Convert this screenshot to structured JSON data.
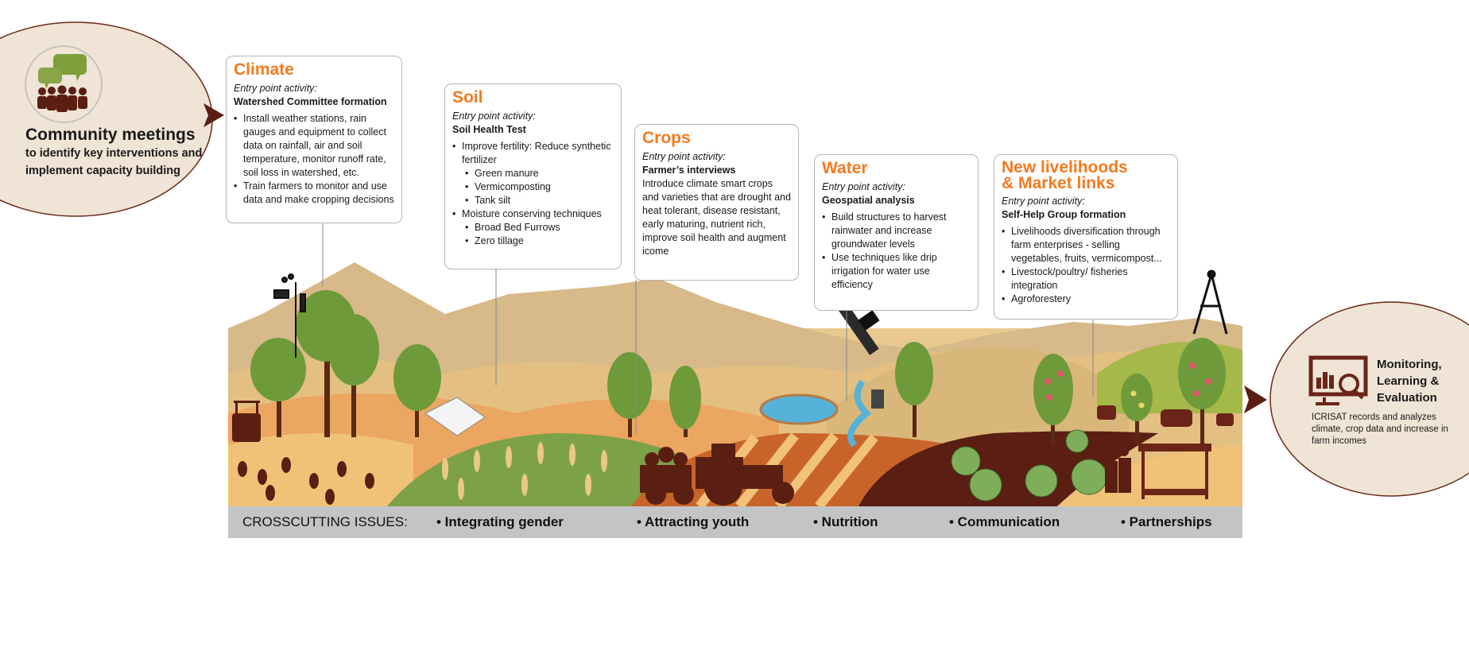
{
  "community": {
    "title": "Community meetings",
    "subtitle": "to identify key interventions and implement capacity building",
    "icon": "people-speech-bubbles-icon"
  },
  "entry_label": "Entry point activity:",
  "boxes": {
    "climate": {
      "title": "Climate",
      "activity": "Watershed Committee formation",
      "bullets": [
        "Install weather stations, rain gauges and equipment to collect data on rainfall, air and soil temperature, monitor runoff rate, soil loss in watershed, etc.",
        "Train farmers to monitor and use data and make cropping decisions"
      ]
    },
    "soil": {
      "title": "Soil",
      "activity": "Soil Health Test",
      "bullet1": "Improve fertility: Reduce synthetic fertilizer",
      "sub1": [
        "Green manure",
        "Vermicomposting",
        "Tank silt"
      ],
      "bullet2": "Moisture conserving techniques",
      "sub2": [
        "Broad Bed Furrows",
        "Zero tillage"
      ]
    },
    "crops": {
      "title": "Crops",
      "activity": "Farmer’s interviews",
      "text": "Introduce climate smart crops and  varieties that are drought and heat tolerant, disease resistant, early maturing, nutrient rich, improve soil health and augment icome"
    },
    "water": {
      "title": "Water",
      "activity": "Geospatial analysis",
      "bullets": [
        "Build structures to harvest rainwater and increase groundwater levels",
        "Use techniques like drip irrigation for water use efficiency"
      ]
    },
    "livelihoods": {
      "title_line1": "New  livelihoods",
      "title_line2": "& Market links",
      "activity": "Self-Help Group formation",
      "bullets": [
        "Livelihoods diversification through farm enterprises - selling vegetables, fruits, vermicompost...",
        "Livestock/poultry/ fisheries integration",
        "Agroforestery"
      ]
    }
  },
  "mle": {
    "title": "Monitoring, Learning & Evaluation",
    "text": "ICRISAT records and analyzes climate, crop data and increase in farm incomes",
    "icon": "monitor-chart-magnifier-icon"
  },
  "crosscutting": {
    "label": "CROSSCUTTING ISSUES:",
    "items": [
      "• Integrating gender",
      "• Attracting youth",
      "• Nutrition",
      "• Communication",
      "• Partnerships"
    ]
  },
  "colors": {
    "accent_orange": "#f47a20",
    "dark_brown": "#5a1e12",
    "ellipse_fill": "#efe4d6",
    "bar_gray": "#c3c4c6",
    "green": "#6f9a3a",
    "tan": "#d7b98a"
  }
}
